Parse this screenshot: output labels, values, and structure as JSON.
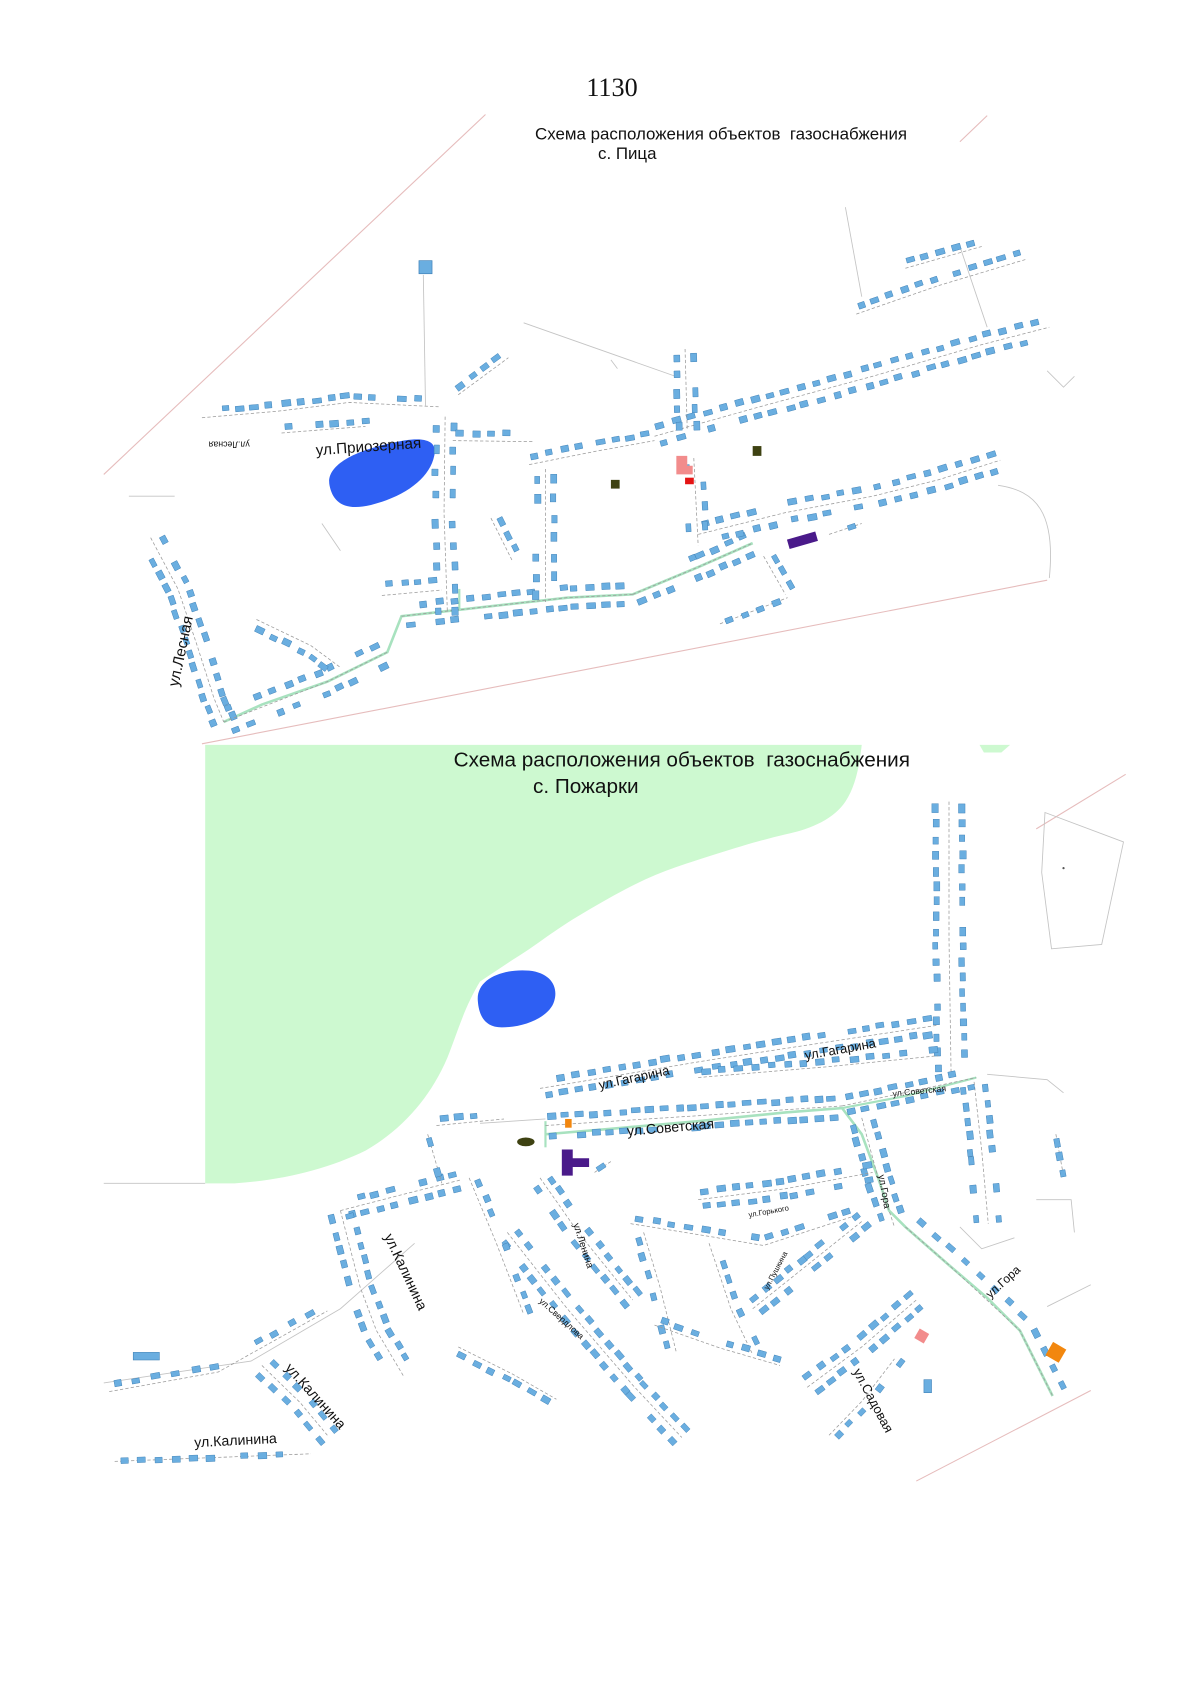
{
  "page": {
    "number": "1130"
  },
  "map_pitsa": {
    "title": "Схема расположения объектов  газоснабжения",
    "village": "с. Пица",
    "labels": {
      "prioziernaya": "ул.Приозерная",
      "lesnaya": "ул.Лесная",
      "lesnaya_small": "ул.Лесная"
    }
  },
  "map_pozharki": {
    "title": "Схема расположения объектов  газоснабжения",
    "village": "с. Пожарки",
    "labels": {
      "gagarina_1": "ул.Гагарина",
      "gagarina_2": "ул.Гагарина",
      "sovetskaya_1": "ул.Советская",
      "sovetskaya_2": "ул.Советская",
      "kalinina_1": "ул.Калинина",
      "kalinina_2": "ул.Калинина",
      "kalinina_3": "ул.Калинина",
      "lenina": "ул.Ленина",
      "sverdlova": "ул.Свердлова",
      "gorkogo": "ул.Горького",
      "pushkina": "ул.Пушкина",
      "gora_1": "ул.Гора",
      "gora_2": "ул.Гора",
      "sadovaya": "ул.Садовая"
    }
  },
  "colors": {
    "building": "#6aaee0",
    "building_outline": "#3d7fb5",
    "gas_pipeline": "#a8e2bf",
    "service_line": "#9a9a9a",
    "road_outline": "#c4c4c4",
    "boundary": "#e6bcbc",
    "water": "#2e5ff3",
    "forest": "#cdf9d0",
    "facility_red": "#e41414",
    "facility_pink": "#f28c8c",
    "facility_purple": "#4a1a8a",
    "facility_olive": "#3e4212",
    "facility_orange": "#f2870f",
    "facility_blue": "#6aaee0"
  }
}
